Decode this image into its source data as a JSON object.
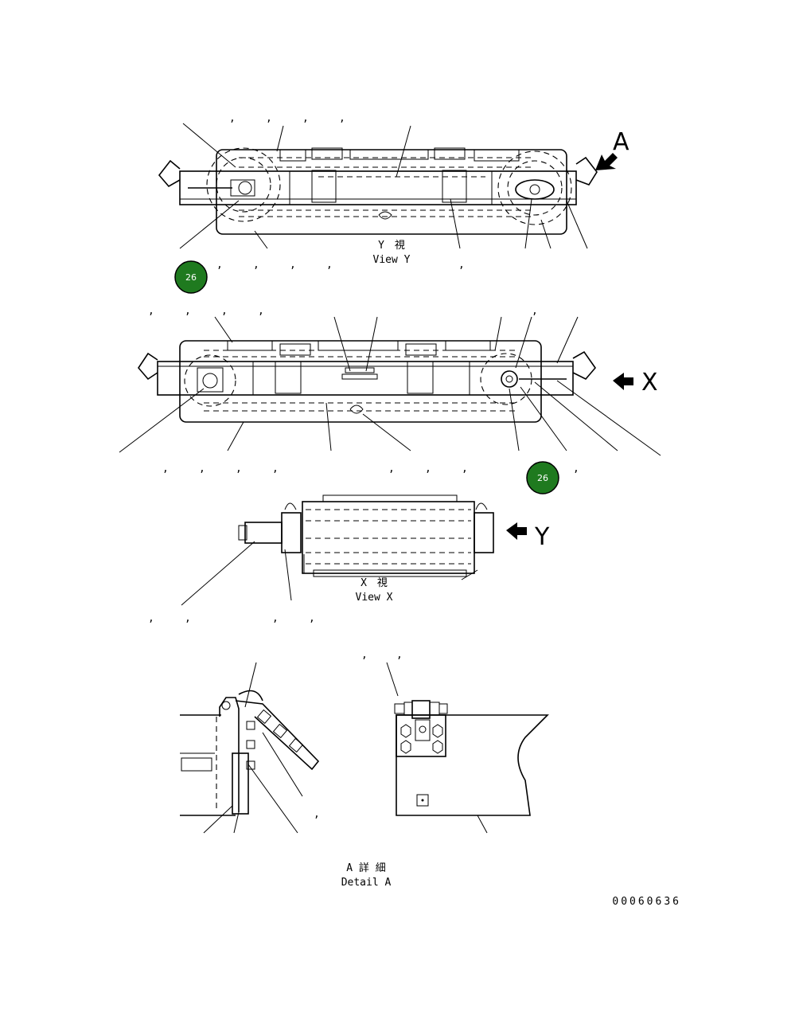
{
  "view_y": {
    "caption_jp": "Y　視",
    "caption_en": "View Y",
    "arrow_letter": "A"
  },
  "view_x_side": {
    "arrow_letter": "X"
  },
  "view_x": {
    "caption_jp": "X　視",
    "caption_en": "View X",
    "arrow_letter": "Y"
  },
  "detail_a": {
    "caption_jp": "A 詳 細",
    "caption_en": "Detail A"
  },
  "badges": [
    "26",
    "26"
  ],
  "drawing_number": "00060636",
  "colors": {
    "badge_fill": "#1f7a1f",
    "line": "#000000"
  }
}
